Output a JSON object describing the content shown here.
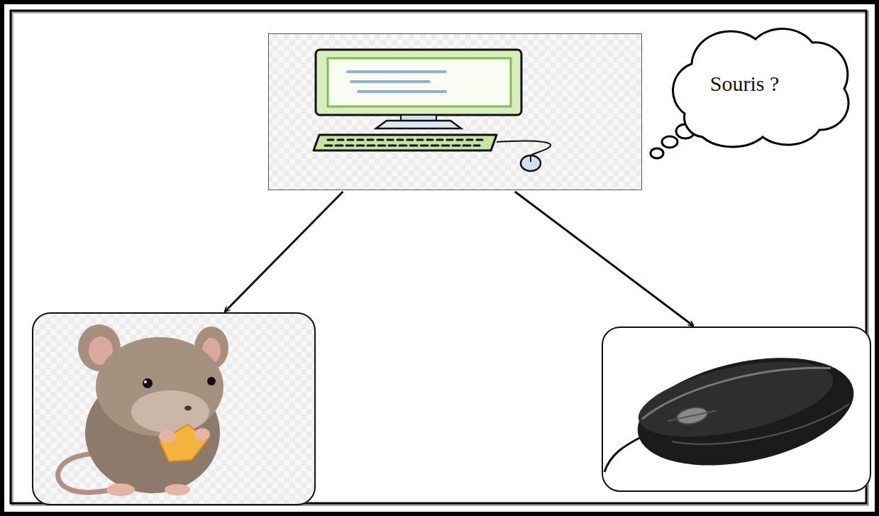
{
  "diagram": {
    "nodes": [
      {
        "text": []
      },
      {
        "text": [
          "Souris ?"
        ]
      },
      {
        "text": []
      },
      {
        "text": []
      }
    ],
    "edges": [
      {
        "from": 0,
        "to": 2,
        "arrow": "to"
      },
      {
        "from": 0,
        "to": 3,
        "arrow": "to"
      }
    ]
  }
}
